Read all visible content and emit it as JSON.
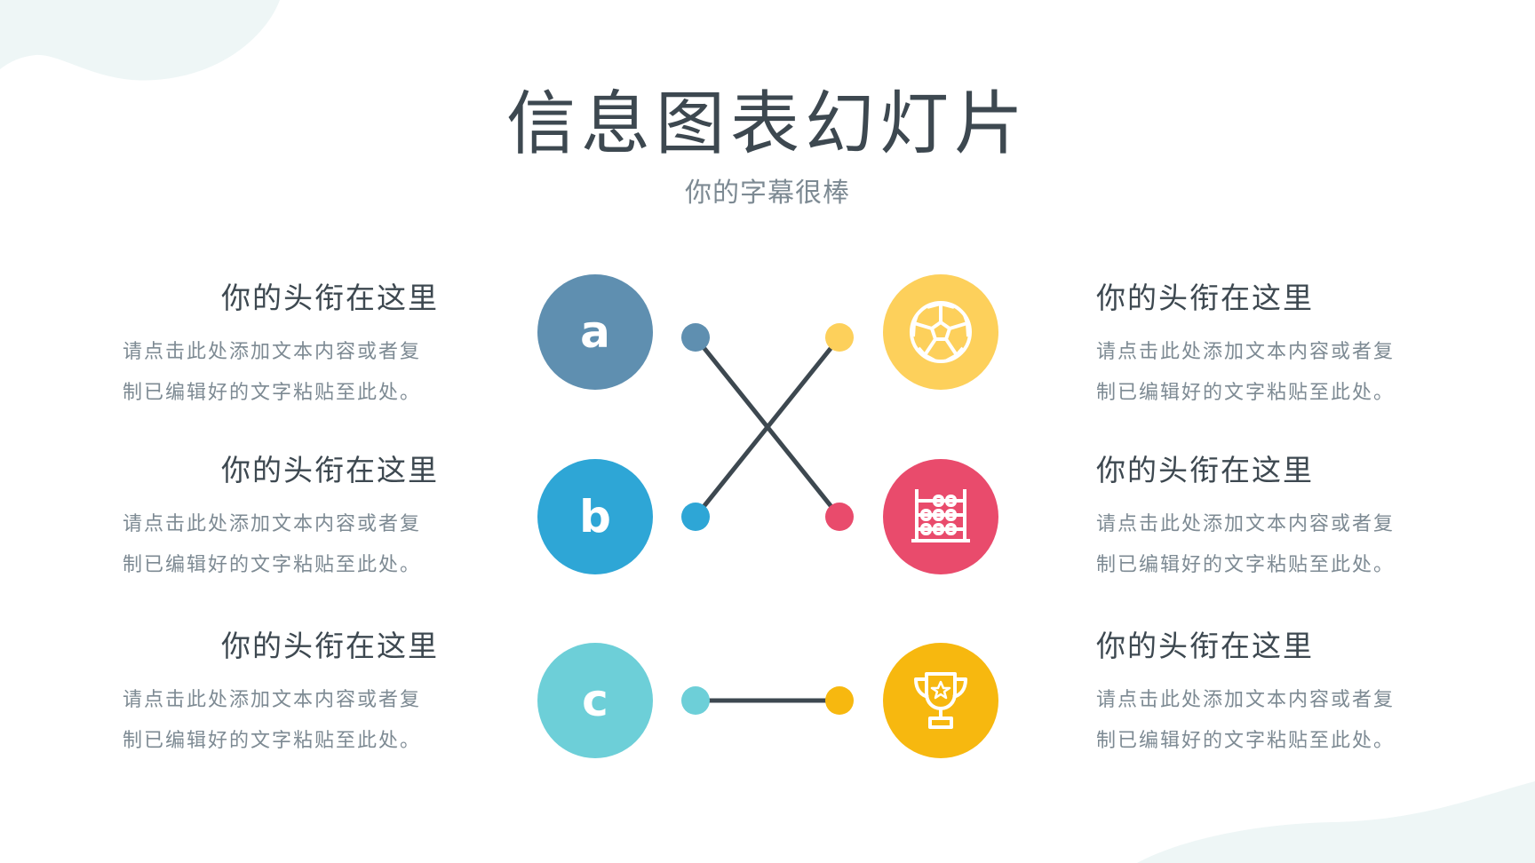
{
  "title": "信息图表幻灯片",
  "subtitle": "你的字幕很棒",
  "colors": {
    "a": "#5f8fb0",
    "b": "#2ea6d6",
    "c": "#6dcfd8",
    "ball": "#fdd05b",
    "abacus": "#e94b6c",
    "trophy": "#f7b80f",
    "line": "#3d4850",
    "blob": "#eef6f6"
  },
  "left_items": [
    {
      "heading": "你的头衔在这里",
      "desc_line1": "请点击此处添加文本内容或者复",
      "desc_line2": "制已编辑好的文字粘贴至此处。",
      "letter": "a"
    },
    {
      "heading": "你的头衔在这里",
      "desc_line1": "请点击此处添加文本内容或者复",
      "desc_line2": "制已编辑好的文字粘贴至此处。",
      "letter": "b"
    },
    {
      "heading": "你的头衔在这里",
      "desc_line1": "请点击此处添加文本内容或者复",
      "desc_line2": "制已编辑好的文字粘贴至此处。",
      "letter": "c"
    }
  ],
  "right_items": [
    {
      "heading": "你的头衔在这里",
      "desc_line1": "请点击此处添加文本内容或者复",
      "desc_line2": "制已编辑好的文字粘贴至此处。",
      "icon": "soccer-ball-icon"
    },
    {
      "heading": "你的头衔在这里",
      "desc_line1": "请点击此处添加文本内容或者复",
      "desc_line2": "制已编辑好的文字粘贴至此处。",
      "icon": "abacus-icon"
    },
    {
      "heading": "你的头衔在这里",
      "desc_line1": "请点击此处添加文本内容或者复",
      "desc_line2": "制已编辑好的文字粘贴至此处。",
      "icon": "trophy-icon"
    }
  ],
  "connections": [
    {
      "from": "a",
      "to": "abacus"
    },
    {
      "from": "b",
      "to": "ball"
    },
    {
      "from": "c",
      "to": "trophy"
    }
  ]
}
